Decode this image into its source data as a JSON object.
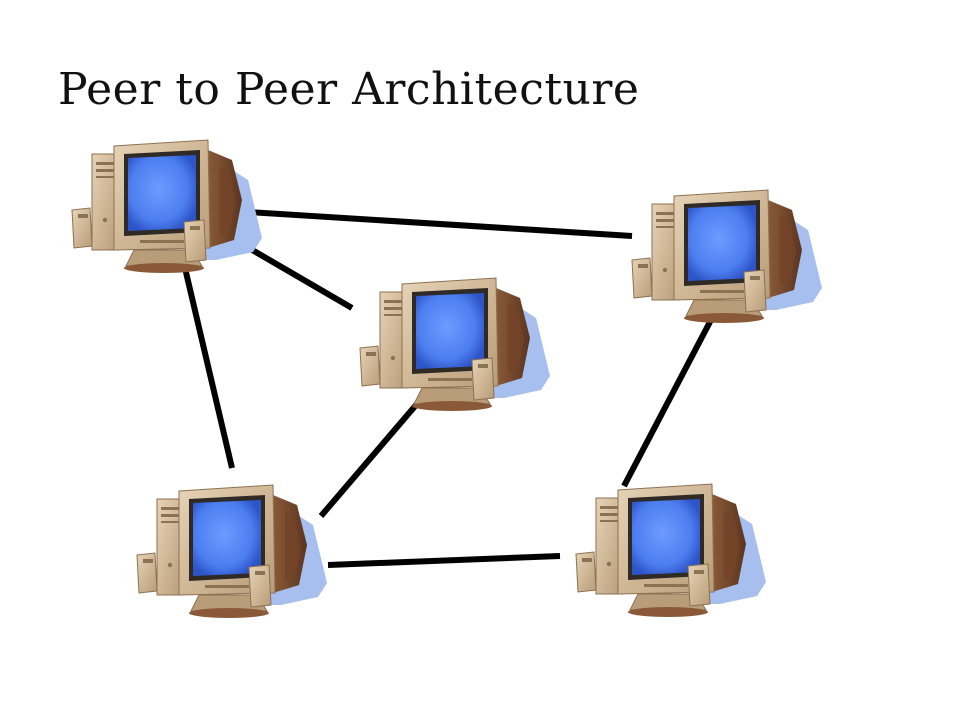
{
  "slide": {
    "title": "Peer to Peer Architecture"
  },
  "diagram": {
    "type": "peer-to-peer network",
    "node_icon": "desktop-computer-icon",
    "nodes": [
      {
        "id": "pc-top-left"
      },
      {
        "id": "pc-top-right"
      },
      {
        "id": "pc-center"
      },
      {
        "id": "pc-bottom-left"
      },
      {
        "id": "pc-bottom-right"
      }
    ],
    "links": [
      {
        "from": "pc-top-left",
        "to": "pc-top-right"
      },
      {
        "from": "pc-top-left",
        "to": "pc-center"
      },
      {
        "from": "pc-top-left",
        "to": "pc-bottom-left"
      },
      {
        "from": "pc-center",
        "to": "pc-bottom-left"
      },
      {
        "from": "pc-bottom-left",
        "to": "pc-bottom-right"
      },
      {
        "from": "pc-top-right",
        "to": "pc-bottom-right"
      }
    ],
    "colors": {
      "screen": "#4d7ef0",
      "shadow": "#a6bfee",
      "case": "#d3bb9a",
      "link": "#000000"
    }
  }
}
